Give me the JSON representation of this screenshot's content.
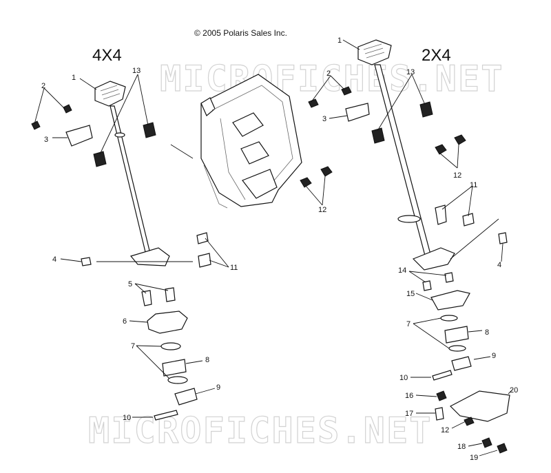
{
  "copyright": "© 2005 Polaris Sales Inc.",
  "watermark": "MICROFICHES.NET",
  "headings": {
    "left": "4X4",
    "right": "2X4"
  },
  "left_callouts": {
    "c1": "1",
    "c2": "2",
    "c3": "3",
    "c4": "4",
    "c5": "5",
    "c6": "6",
    "c7": "7",
    "c8": "8",
    "c9": "9",
    "c10": "10",
    "c11": "11",
    "c12": "12",
    "c13": "13"
  },
  "right_callouts": {
    "c1": "1",
    "c2": "2",
    "c3": "3",
    "c4": "4",
    "c7": "7",
    "c8": "8",
    "c9": "9",
    "c10": "10",
    "c11": "11",
    "c12a": "12",
    "c12b": "12",
    "c13": "13",
    "c14": "14",
    "c15": "15",
    "c16": "16",
    "c17": "17",
    "c18": "18",
    "c19": "19",
    "c20": "20"
  }
}
